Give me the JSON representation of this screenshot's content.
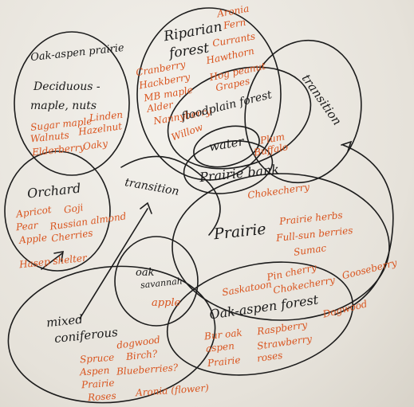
{
  "zones": {
    "oak_aspen_prairie": {
      "name": "Oak-aspen prairie",
      "sub": "Deciduous -",
      "sub2": "maple, nuts",
      "plants": [
        "Sugar maple",
        "Linden",
        "Walnuts",
        "Hazelnut",
        "Elderberry",
        "Oaky"
      ]
    },
    "riparian": {
      "name1": "Riparian",
      "name2": "forest",
      "plants": [
        "Aronia",
        "Fern",
        "Currants",
        "Hawthorn",
        "Hog peanut",
        "Grapes",
        "Cranberry",
        "Hackberry",
        "MB maple",
        "Alder",
        "Nannyberry",
        "Willow"
      ]
    },
    "floodplain": {
      "name": "floodplain forest"
    },
    "transition_right": {
      "name": "transition"
    },
    "water": {
      "name": "water"
    },
    "prairie_bank": {
      "name": "Prairie bank",
      "plants": [
        "Plum",
        "Buffalo"
      ]
    },
    "orchard": {
      "name": "Orchard",
      "sub": "Hasep shelter",
      "plants": [
        "Apricot",
        "Goji",
        "Pear",
        "Russian almond",
        "Apple",
        "Cherries"
      ]
    },
    "transition_mid": {
      "name": "transition"
    },
    "prairie": {
      "name": "Prairie",
      "plants": [
        "Chokecherry",
        "Prairie herbs",
        "Full-sun berries",
        "Sumac",
        "Pin cherry",
        "Chokecherry",
        "Gooseberry",
        "Saskatoon",
        "Dogwood"
      ]
    },
    "oak_savannah": {
      "name1": "oak",
      "name2": "savannah",
      "plants": [
        "apple"
      ]
    },
    "oak_aspen_forest": {
      "name": "Oak-aspen forest",
      "plants": [
        "Bur oak",
        "Raspberry",
        "aspen",
        "Strawberry",
        "Prairie",
        "roses"
      ]
    },
    "mixed_coniferous": {
      "name1": "mixed",
      "name2": "coniferous",
      "plants": [
        "dogwood",
        "Spruce",
        "Birch?",
        "Aspen",
        "Blueberries?",
        "Prairie",
        "Roses",
        "Aronia (flower)"
      ]
    }
  },
  "colors": {
    "ink": "#1a1a1a",
    "plant_ink": "#d9541e",
    "paper": "#efece6"
  }
}
